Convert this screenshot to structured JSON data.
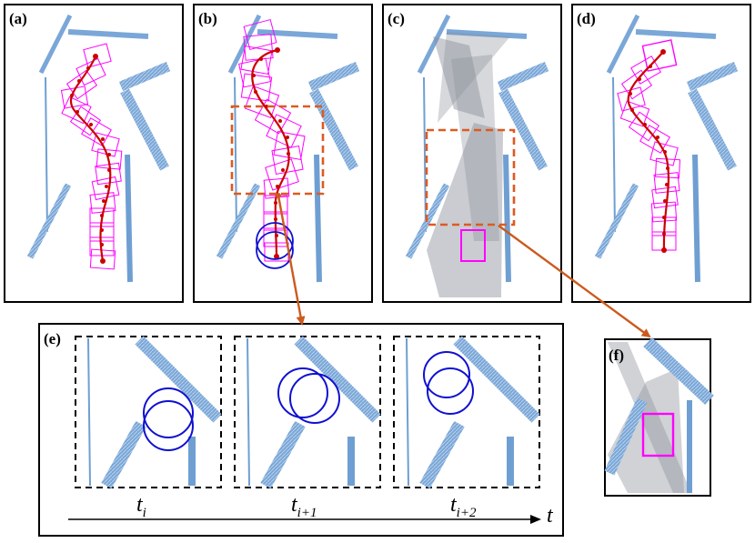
{
  "panels": {
    "a": {
      "label": "(a)"
    },
    "b": {
      "label": "(b)"
    },
    "c": {
      "label": "(c)"
    },
    "d": {
      "label": "(d)"
    },
    "e": {
      "label": "(e)"
    },
    "f": {
      "label": "(f)"
    }
  },
  "timeline": {
    "frames": [
      {
        "base": "t",
        "sub": "i"
      },
      {
        "base": "t",
        "sub": "i+1"
      },
      {
        "base": "t",
        "sub": "i+2"
      }
    ],
    "axis_label": "t"
  },
  "colors": {
    "wall": "#6f9fd2",
    "wall_hatched": "#7aa7d8",
    "trajectory": "#cc0000",
    "footprint": "#ff00ff",
    "circle": "#1010d0",
    "callout_box": "#dd5a22",
    "arrow": "#cc5a1e",
    "cone": "#8a8f99"
  }
}
